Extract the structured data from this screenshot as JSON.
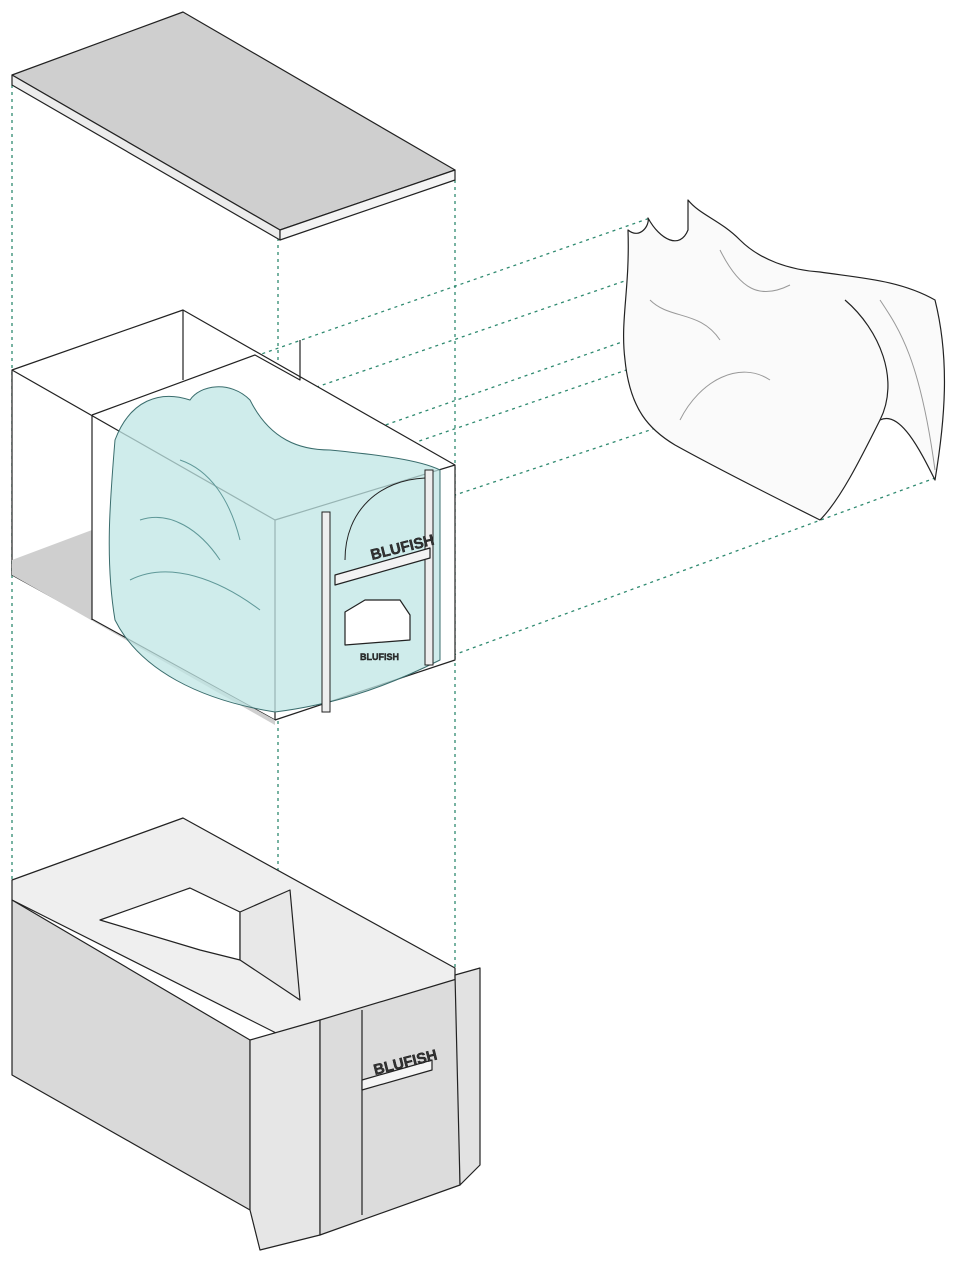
{
  "diagram": {
    "type": "exploded axonometric",
    "layers": [
      "roof-slab",
      "interior-with-fabric-installation",
      "fabric-shell",
      "base-building-shell"
    ],
    "signage": {
      "upper_sign": "BLUFISH",
      "inner_sign": "BLUFISH",
      "base_sign": "BLUFISH"
    },
    "colors": {
      "projection_lines": "#2f8a70",
      "fabric_tint": "#bfe5e4",
      "wall_grey": "#d9d9d9"
    }
  }
}
